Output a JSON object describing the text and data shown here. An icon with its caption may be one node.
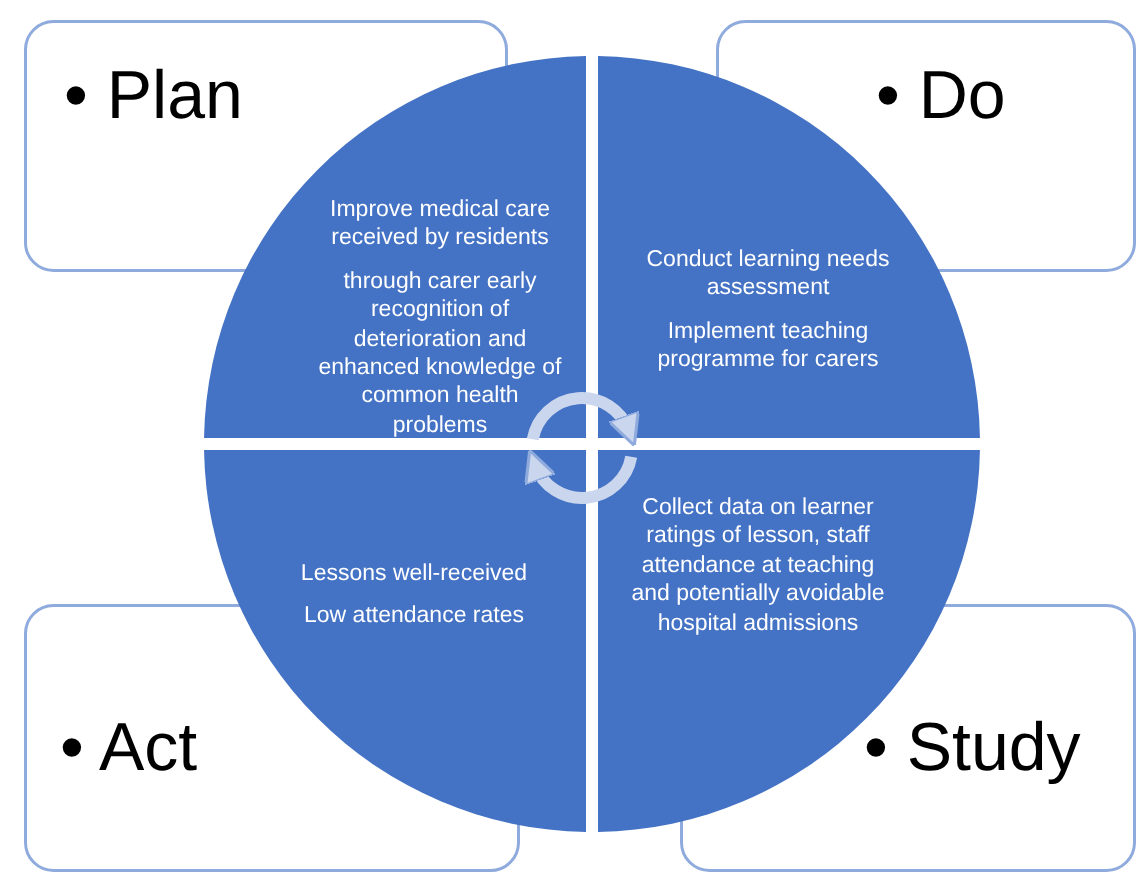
{
  "diagram": {
    "nodes": [
      {
        "text": [
          "• Plan"
        ]
      },
      {
        "text": [
          "• Do"
        ]
      },
      {
        "text": [
          "• Act"
        ]
      },
      {
        "text": [
          "• Study"
        ]
      },
      {
        "text": [
          "Improve medical care received by residents",
          "through carer early recognition of deterioration and enhanced  knowledge of common health problems"
        ]
      },
      {
        "text": [
          "Conduct learning needs assessment",
          "Implement teaching programme for carers"
        ]
      },
      {
        "text": [
          "Lessons well-received",
          "Low attendance rates"
        ]
      },
      {
        "text": [
          "Collect data on learner ratings of lesson, staff attendance at teaching and potentially avoidable hospital admissions"
        ]
      }
    ],
    "edges": [
      {
        "from": 4,
        "to": 5,
        "arrow": "to"
      },
      {
        "from": 7,
        "to": 6,
        "arrow": "to"
      }
    ]
  }
}
